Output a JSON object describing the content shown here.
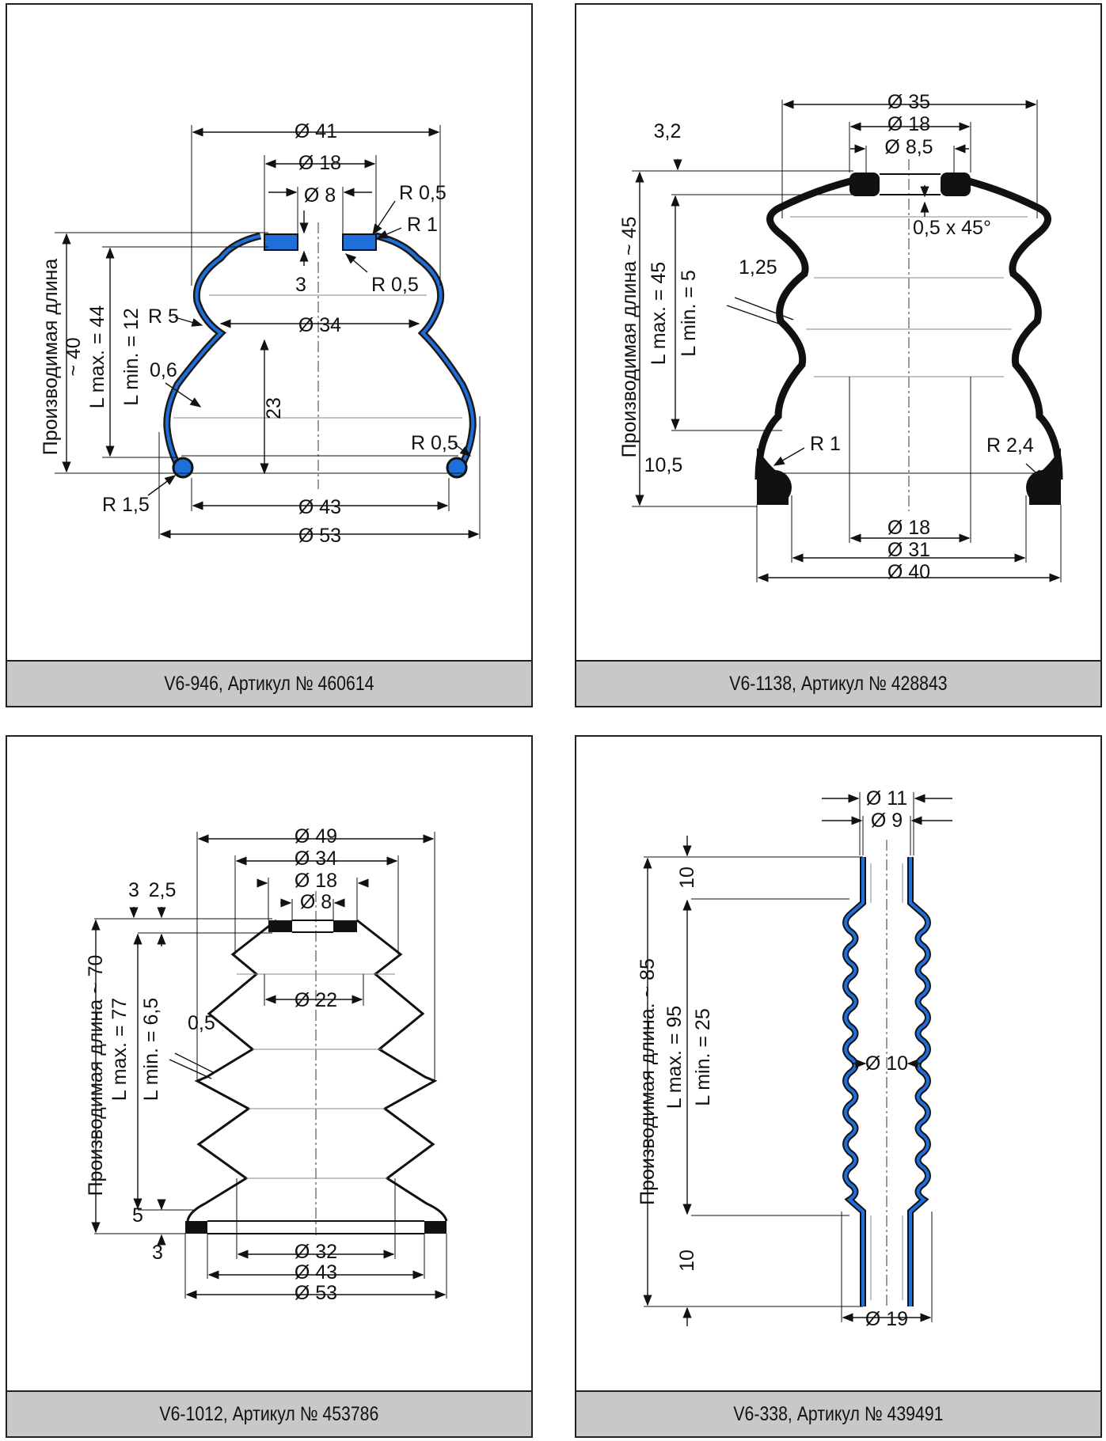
{
  "panels": [
    {
      "caption": "V6-946, Артикул № 460614",
      "dims": {
        "d41": "Ø 41",
        "d18": "Ø 18",
        "d8": "Ø 8",
        "d34": "Ø 34",
        "d43": "Ø 43",
        "d53": "Ø 53",
        "r05a": "R 0,5",
        "r1": "R 1",
        "r05b": "R 0,5",
        "r5": "R 5",
        "t06": "0,6",
        "r05c": "R 0,5",
        "r15": "R 1,5",
        "v3": "3",
        "v23": "23",
        "side1": "Производимая длина",
        "side2": "~ 40",
        "lmax": "L max. = 44",
        "lmin": "L min. = 12"
      }
    },
    {
      "caption": "V6-1138, Артикул № 428843",
      "dims": {
        "d35": "Ø 35",
        "d18": "Ø 18",
        "d85": "Ø 8,5",
        "v32": "3,2",
        "ch": "0,5 x 45°",
        "t125": "1,25",
        "r1": "R 1",
        "r24": "R 2,4",
        "v105": "10,5",
        "b18": "Ø 18",
        "b31": "Ø 31",
        "b40": "Ø 40",
        "side": "Производимая длина ~ 45",
        "lmax": "L max. = 45",
        "lmin": "L min. = 5"
      }
    },
    {
      "caption": "V6-1012, Артикул № 453786",
      "dims": {
        "d49": "Ø 49",
        "d34": "Ø 34",
        "d18": "Ø 18",
        "d8": "Ø 8",
        "d22": "Ø 22",
        "v3a": "3",
        "v25": "2,5",
        "t05": "0,5",
        "v5": "5",
        "v3b": "3",
        "b32": "Ø 32",
        "b43": "Ø 43",
        "b53": "Ø 53",
        "side": "Производимая длина ~ 70",
        "lmax": "L max. = 77",
        "lmin": "L min. = 6,5"
      }
    },
    {
      "caption": "V6-338, Артикул № 439491",
      "dims": {
        "d11": "Ø 11",
        "d9": "Ø 9",
        "d10": "Ø 10",
        "d19": "Ø 19",
        "v10a": "10",
        "v10b": "10",
        "side": "Производимая длина. ~ 85",
        "lmax": "L max. = 95",
        "lmin": "L min. = 25"
      }
    }
  ],
  "colors": {
    "rubber_blue": "#1e6fd9",
    "rubber_black": "#111111",
    "caption_bg": "#c8c8c8"
  }
}
